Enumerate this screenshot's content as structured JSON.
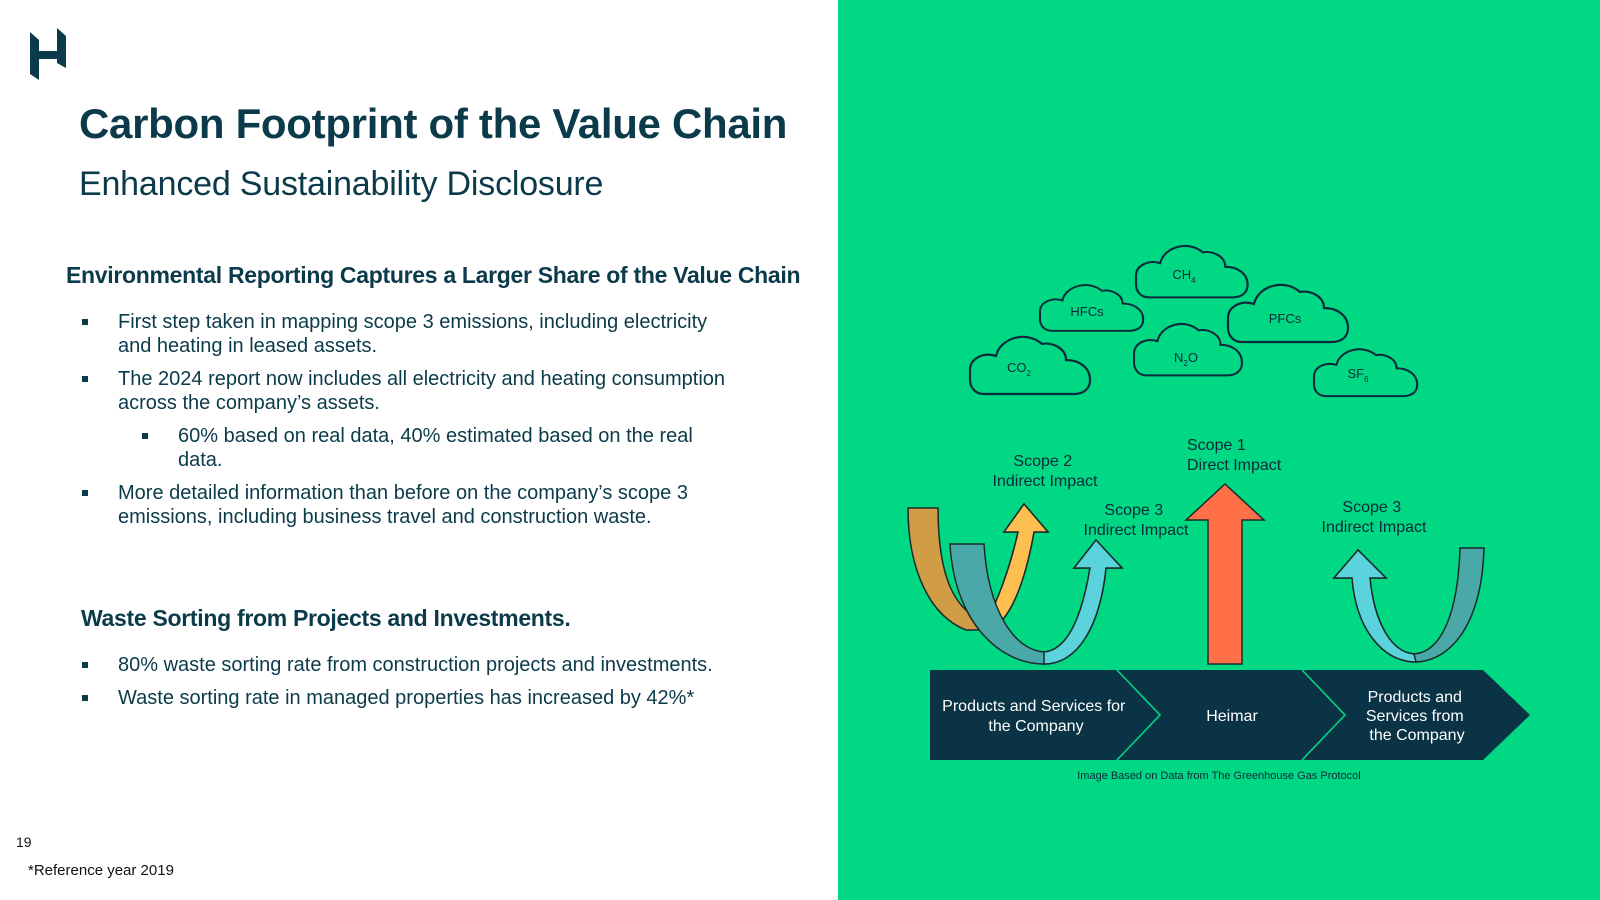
{
  "page": {
    "title": "Carbon Footprint of the Value Chain",
    "subtitle": "Enhanced Sustainability Disclosure",
    "page_number": "19",
    "footnote": "*Reference year 2019"
  },
  "section1": {
    "heading": "Environmental Reporting Captures a Larger Share of the Value Chain",
    "bullets": [
      "First step taken in mapping scope 3 emissions, including electricity and heating in leased assets.",
      "The 2024 report now includes all electricity and heating consumption across the company’s assets.",
      "60% based on real data, 40% estimated based on the real data.",
      "More detailed information than before on the company’s scope 3 emissions, including business travel and construction waste."
    ]
  },
  "section2": {
    "heading": "Waste Sorting from Projects and Investments.",
    "bullets": [
      "80% waste sorting rate from construction projects and investments.",
      "Waste sorting rate in managed properties has increased by 42%*"
    ]
  },
  "diagram": {
    "gases": {
      "co2": {
        "base": "CO",
        "sub": "2"
      },
      "hfcs": {
        "base": "HFCs",
        "sub": ""
      },
      "ch4": {
        "base": "CH",
        "sub": "4"
      },
      "n2o": {
        "base": "N",
        "sub": "2",
        "tail": "O"
      },
      "pfcs": {
        "base": "PFCs",
        "sub": ""
      },
      "sf6": {
        "base": "SF",
        "sub": "6"
      }
    },
    "scopes": {
      "scope2": [
        "Scope 2",
        "Indirect Impact"
      ],
      "scope3_left": [
        "Scope 3",
        "Indirect Impact"
      ],
      "scope1": [
        "Scope 1",
        "Direct Impact"
      ],
      "scope3_right": [
        "Scope 3",
        "Indirect Impact"
      ]
    },
    "chain": {
      "upstream": [
        "Products and Services for",
        "the Company"
      ],
      "company": [
        "Heimar"
      ],
      "downstream": [
        "Products and",
        "Services from",
        "the Company"
      ]
    },
    "caption": "Image Based on Data from The Greenhouse Gas Protocol"
  },
  "colors": {
    "navy": "#0b3a4a",
    "background_green": "#00d884",
    "chevron_dark": "#0a3346",
    "arrow_orange_dark": "#d09c45",
    "arrow_yellow": "#fdbf4f",
    "arrow_teal_dark": "#4ba8a8",
    "arrow_teal_light": "#5bd3dc",
    "arrow_red": "#ff7049"
  },
  "icons": {
    "logo": "heimar-h-logo",
    "bullet": "square-bullet"
  }
}
